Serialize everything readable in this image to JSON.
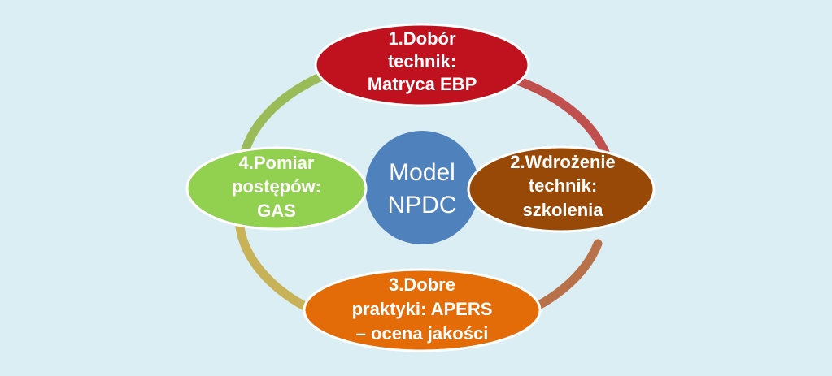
{
  "center": {
    "lines": [
      "Model",
      "NPDC"
    ],
    "color": "#4f81bd"
  },
  "steps": [
    {
      "id": "step-1",
      "lines": [
        "1.Dobór",
        "technik:",
        "Matryca EBP"
      ],
      "color": "#c0111f"
    },
    {
      "id": "step-2",
      "lines": [
        "2.Wdrożenie",
        "technik:",
        "szkolenia"
      ],
      "color": "#984807"
    },
    {
      "id": "step-3",
      "lines": [
        "3.Dobre",
        "praktyki: APERS",
        "– ocena jakości"
      ],
      "color": "#e36c09"
    },
    {
      "id": "step-4",
      "lines": [
        "4.Pomiar",
        "postępów:",
        "GAS"
      ],
      "color": "#92d050"
    }
  ],
  "cycle_arc_colors": [
    "#c0504d",
    "#b9714a",
    "#c8b257",
    "#9bbb59"
  ]
}
